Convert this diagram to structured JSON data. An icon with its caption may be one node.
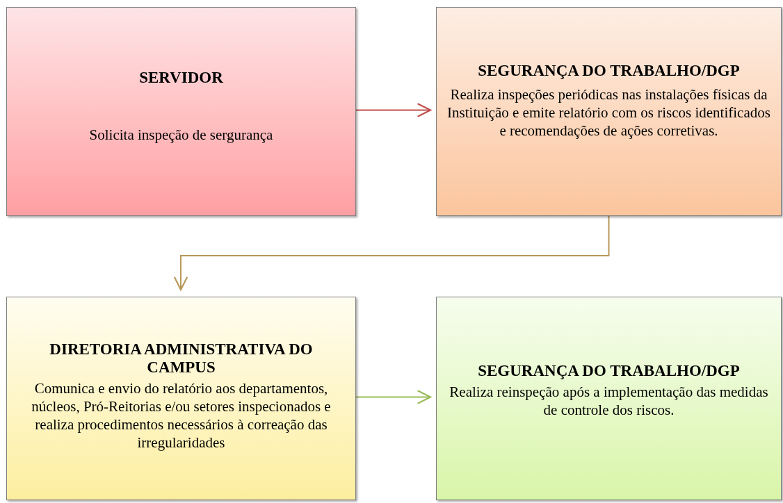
{
  "diagram": {
    "nodes": [
      {
        "text": [
          "SERVIDOR",
          "Solicita inspeção de sergurança"
        ]
      },
      {
        "text": [
          "SEGURANÇA DO TRABALHO/DGP",
          "Realiza inspeções periódicas nas instalações físicas da Instituição e emite relatório com os riscos identificados e recomendações de ações corretivas."
        ]
      },
      {
        "text": [
          "DIRETORIA ADMINISTRATIVA DO CAMPUS",
          "Comunica e envio do relatório aos departamentos, núcleos, Pró-Reitorias e/ou setores inspecionados e realiza procedimentos necessários à correação das irregularidades"
        ]
      },
      {
        "text": [
          "SEGURANÇA DO TRABALHO/DGP",
          "Realiza reinspeção após a implementação das medidas de controle dos riscos."
        ]
      }
    ],
    "edges": [
      {
        "from": 0,
        "to": 1,
        "arrow": "to",
        "color": "#c0504d"
      },
      {
        "from": 1,
        "to": 2,
        "arrow": "to",
        "color": "#b8995a"
      },
      {
        "from": 2,
        "to": 3,
        "arrow": "to",
        "color": "#9bbb59"
      }
    ]
  }
}
